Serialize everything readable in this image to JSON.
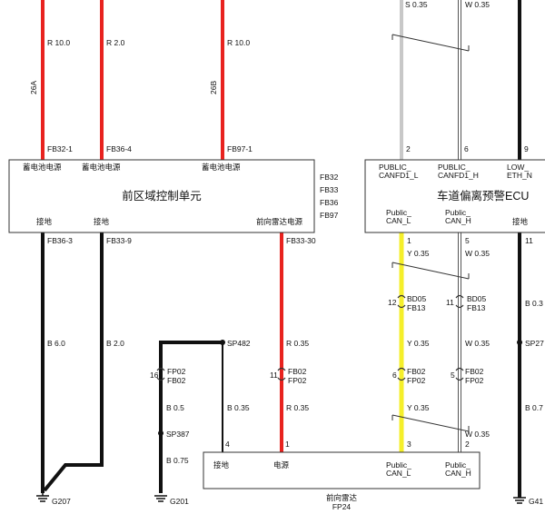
{
  "colors": {
    "red": "#e8231f",
    "black": "#111111",
    "yellow": "#f5ef2a",
    "grey": "#c8c8c8",
    "white_wire_outline": "#555555"
  },
  "modules": {
    "front_domain": {
      "title": "前区域控制单元",
      "pin_labels_top": [
        "蓄电池电源",
        "蓄电池电源",
        "蓄电池电源"
      ],
      "pin_labels_bottom": [
        "接地",
        "接地",
        "前向雷达电源"
      ],
      "connectors": [
        "FB32",
        "FB33",
        "FB36",
        "FB97"
      ]
    },
    "lane_ecu": {
      "title": "车道偏离预警ECU",
      "pin_labels_top": [
        "PUBLIC_",
        "CANFD1_L",
        "PUBLIC_",
        "CANFD1_H",
        "LOW_",
        "ETH_N"
      ],
      "pin_labels_bottom": [
        "Public_",
        "CAN_L",
        "Public_",
        "CAN_H",
        "接地"
      ]
    },
    "radar": {
      "title": "前向雷达",
      "connector": "FP24",
      "pin_labels": [
        "接地",
        "电源",
        "Public_",
        "CAN_L",
        "Public_",
        "CAN_H"
      ]
    }
  },
  "wires": {
    "w1": {
      "top_label": "R 10.0",
      "pin_top": "FB32-1",
      "pin_bottom": "FB36-3",
      "bottom_label": "B 6.0",
      "harness": "26A"
    },
    "w2": {
      "top_label": "R 2.0",
      "pin_top": "FB36-4",
      "pin_bottom": "FB33-9",
      "bottom_label": "B 2.0"
    },
    "w3": {
      "top_label": "R 10.0",
      "pin_top": "FB97-1",
      "harness": "26B"
    },
    "w4": {
      "pin_bottom": "FB33-30",
      "label_a": "R 0.35",
      "label_b": "R 0.35"
    },
    "w5": {
      "top_label": "S 0.35",
      "pin": "2",
      "pin_bottom": "1",
      "label_a": "Y 0.35",
      "label_b": "Y 0.35",
      "label_c": "Y 0.35"
    },
    "w6": {
      "top_label": "W 0.35",
      "pin": "6",
      "pin_bottom": "5",
      "label_a": "W 0.35",
      "label_b": "W 0.35",
      "label_c": "W 0.35"
    },
    "w7": {
      "pin": "9",
      "pin_bottom": "11",
      "label_a": "B 0.3",
      "label_b": "B 0.7",
      "splice": "SP27"
    },
    "gnd": {
      "label_a": "B 0.5",
      "label_b": "B 0.35",
      "label_c": "B 0.75"
    }
  },
  "splices": [
    "SP482",
    "SP387",
    "SP27"
  ],
  "inline_connectors": {
    "fp02_fb02_left": {
      "label_top": "FP02",
      "label_bottom": "FB02",
      "pin": "16"
    },
    "fb02_fp02_red": {
      "label_top": "FB02",
      "label_bottom": "FP02",
      "pin": "11"
    },
    "bd05_fb13_y": {
      "label_top": "BD05",
      "label_bottom": "FB13",
      "pin": "12"
    },
    "bd05_fb13_w": {
      "label_top": "BD05",
      "label_bottom": "FB13",
      "pin": "11"
    },
    "fb02_fp02_y": {
      "label_top": "FB02",
      "label_bottom": "FP02",
      "pin": "6"
    },
    "fb02_fp02_w": {
      "label_top": "FB02",
      "label_bottom": "FP02",
      "pin": "5"
    }
  },
  "grounds": [
    "G207",
    "G201",
    "G41"
  ],
  "radar_pins": [
    "4",
    "1",
    "3",
    "2"
  ]
}
